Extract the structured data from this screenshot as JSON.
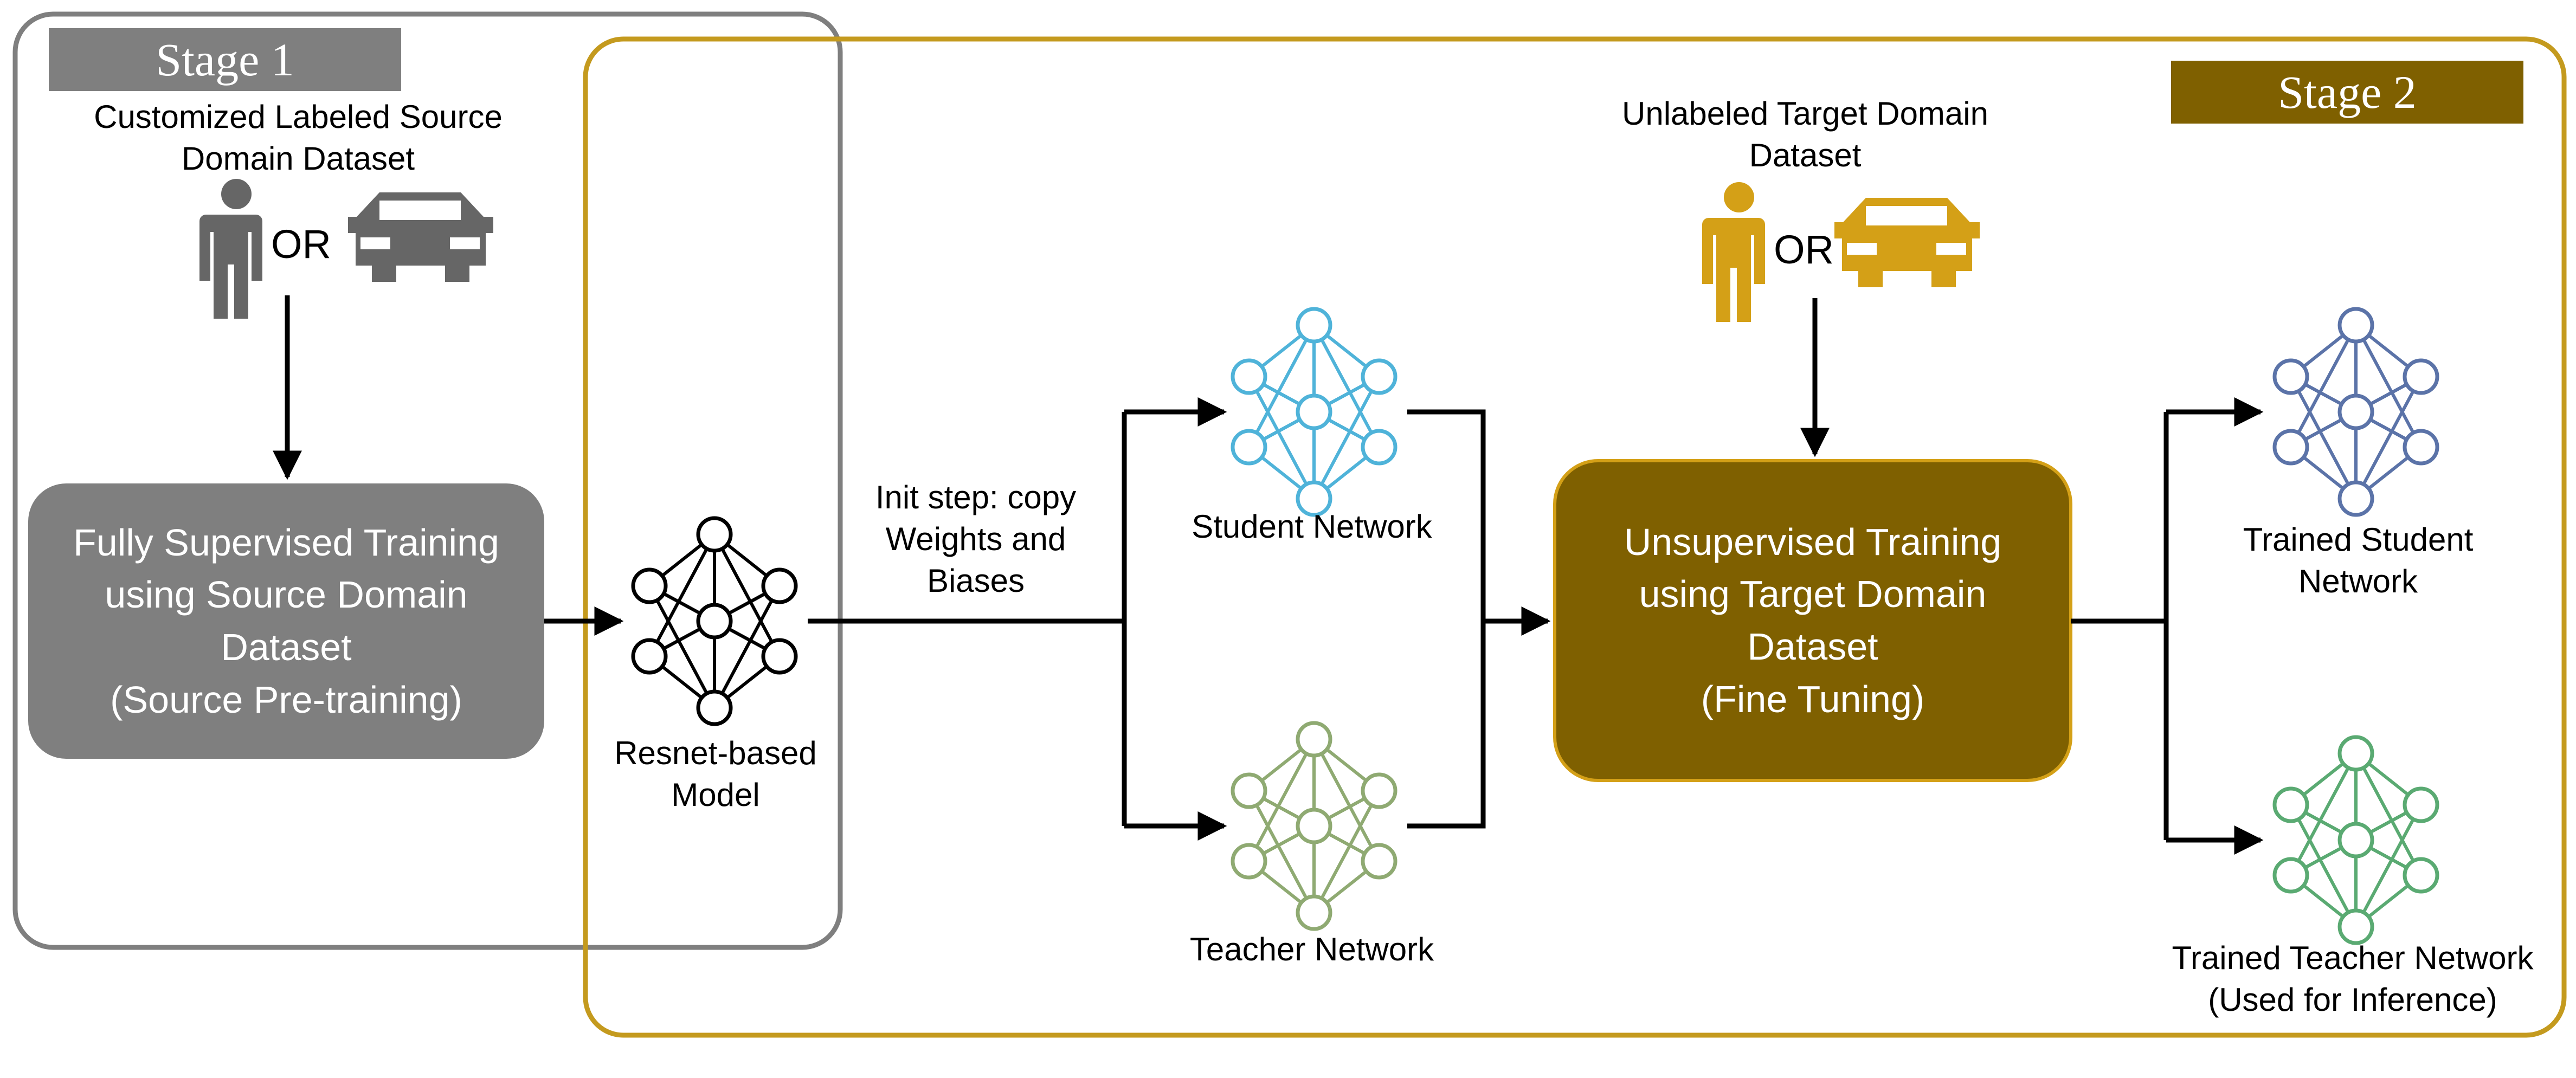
{
  "colors": {
    "stage1": "#7f7f7f",
    "stage2": "#7f6000",
    "stage2_border": "#c49a1e",
    "target_icons": "#d4a017",
    "source_icons": "#666666",
    "student": "#4fb3d9",
    "teacher": "#8faa72",
    "trained_student": "#5b73a8",
    "trained_teacher": "#5aaa72"
  },
  "stage1": {
    "title": "Stage 1"
  },
  "stage2": {
    "title": "Stage 2"
  },
  "source_dataset": {
    "line1": "Customized Labeled Source",
    "line2": "Domain Dataset",
    "or": "OR"
  },
  "target_dataset": {
    "line1": "Unlabeled Target Domain",
    "line2": "Dataset",
    "or": "OR"
  },
  "supervised_box": {
    "line1": "Fully Supervised Training",
    "line2": "using Source Domain",
    "line3": "Dataset",
    "line4": "(Source Pre-training)"
  },
  "unsupervised_box": {
    "line1": "Unsupervised Training",
    "line2": "using Target Domain",
    "line3": "Dataset",
    "line4": "(Fine Tuning)"
  },
  "resnet": {
    "line1": "Resnet-based",
    "line2": "Model"
  },
  "init_step": {
    "line1": "Init step: copy",
    "line2": "Weights and",
    "line3": "Biases"
  },
  "student": {
    "label": "Student Network"
  },
  "teacher": {
    "label": "Teacher Network"
  },
  "trained_student": {
    "line1": "Trained Student",
    "line2": "Network"
  },
  "trained_teacher": {
    "line1": "Trained Teacher Network",
    "line2": "(Used for Inference)"
  }
}
